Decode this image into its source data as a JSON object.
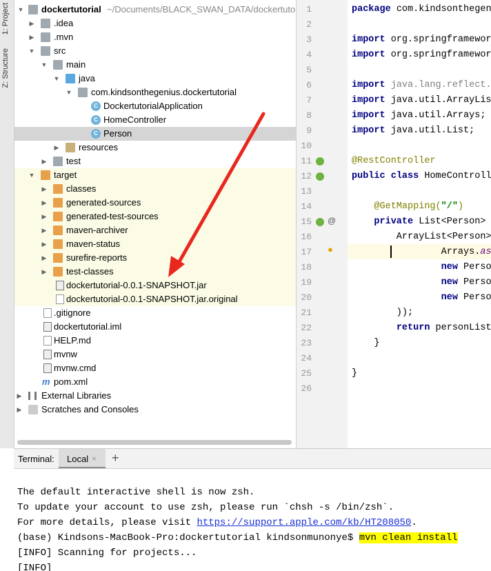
{
  "side_tabs": {
    "project": "1: Project",
    "structure": "Z: Structure"
  },
  "project_tree": {
    "root": {
      "name": "dockertutorial",
      "path": "~/Documents/BLACK_SWAN_DATA/dockertutorial"
    },
    "rows": [
      {
        "label": ".idea"
      },
      {
        "label": ".mvn"
      },
      {
        "label": "src"
      },
      {
        "label": "main"
      },
      {
        "label": "java"
      },
      {
        "label": "com.kindsonthegenius.dockertutorial"
      },
      {
        "label": "DockertutorialApplication"
      },
      {
        "label": "HomeController"
      },
      {
        "label": "Person"
      },
      {
        "label": "resources"
      },
      {
        "label": "test"
      },
      {
        "label": "target"
      },
      {
        "label": "classes"
      },
      {
        "label": "generated-sources"
      },
      {
        "label": "generated-test-sources"
      },
      {
        "label": "maven-archiver"
      },
      {
        "label": "maven-status"
      },
      {
        "label": "surefire-reports"
      },
      {
        "label": "test-classes"
      },
      {
        "label": "dockertutorial-0.0.1-SNAPSHOT.jar"
      },
      {
        "label": "dockertutorial-0.0.1-SNAPSHOT.jar.original"
      },
      {
        "label": ".gitignore"
      },
      {
        "label": "dockertutorial.iml"
      },
      {
        "label": "HELP.md"
      },
      {
        "label": "mvnw"
      },
      {
        "label": "mvnw.cmd"
      },
      {
        "label": "pom.xml"
      },
      {
        "label": "External Libraries"
      },
      {
        "label": "Scratches and Consoles"
      }
    ]
  },
  "editor": {
    "line_numbers": [
      "1",
      "2",
      "3",
      "4",
      "5",
      "6",
      "7",
      "8",
      "9",
      "10",
      "11",
      "12",
      "13",
      "14",
      "15",
      "16",
      "17",
      "18",
      "19",
      "20",
      "21",
      "22",
      "23",
      "24",
      "25",
      "26"
    ],
    "lines": [
      "package com.kindsonthegenius",
      "",
      "import org.springframework",
      "import org.springframework",
      "",
      "import java.lang.reflect.A",
      "import java.util.ArrayList",
      "import java.util.Arrays;",
      "import java.util.List;",
      "",
      "@RestController",
      "public class HomeControlle",
      "",
      "    @GetMapping(\"/\")",
      "    private List<Person> p",
      "        ArrayList<Person>",
      "                Arrays.as",
      "                new Person",
      "                new Person",
      "                new Person",
      "        ));",
      "        return personList",
      "    }",
      "",
      "}",
      ""
    ]
  },
  "terminal": {
    "label": "Terminal:",
    "tab": "Local",
    "close": "×",
    "add": "+",
    "lines": [
      "",
      "The default interactive shell is now zsh.",
      "To update your account to use zsh, please run `chsh -s /bin/zsh`.",
      "For more details, please visit ",
      "(base) Kindsons-MacBook-Pro:dockertutorial kindsonmunonye$ ",
      "[INFO] Scanning for projects...",
      "[INFO]"
    ],
    "link": "https://support.apple.com/kb/HT208050",
    "link_suffix": ".",
    "command": "mvn clean install"
  },
  "colors": {
    "arrow": "#e8281e",
    "selection": "#d5d5d5",
    "excluded_bg": "#fbfbe6",
    "keyword": "#000080",
    "annotation": "#808000",
    "highlight": "#ffff00"
  }
}
